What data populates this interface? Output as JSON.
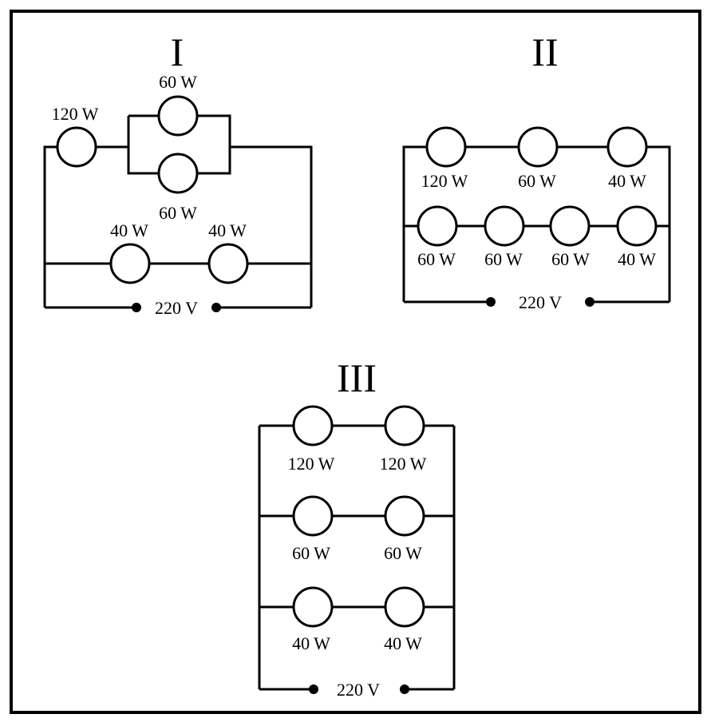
{
  "circuits": [
    {
      "id": "I",
      "label": "I",
      "source": "220 V",
      "bulbs": [
        "120 W",
        "60 W",
        "60 W",
        "40 W",
        "40 W"
      ]
    },
    {
      "id": "II",
      "label": "II",
      "source": "220 V",
      "bulbs": [
        "120 W",
        "60 W",
        "40 W",
        "60 W",
        "60 W",
        "60 W",
        "40 W"
      ]
    },
    {
      "id": "III",
      "label": "III",
      "source": "220 V",
      "bulbs": [
        "120 W",
        "120 W",
        "60 W",
        "60 W",
        "40 W",
        "40 W"
      ]
    }
  ]
}
